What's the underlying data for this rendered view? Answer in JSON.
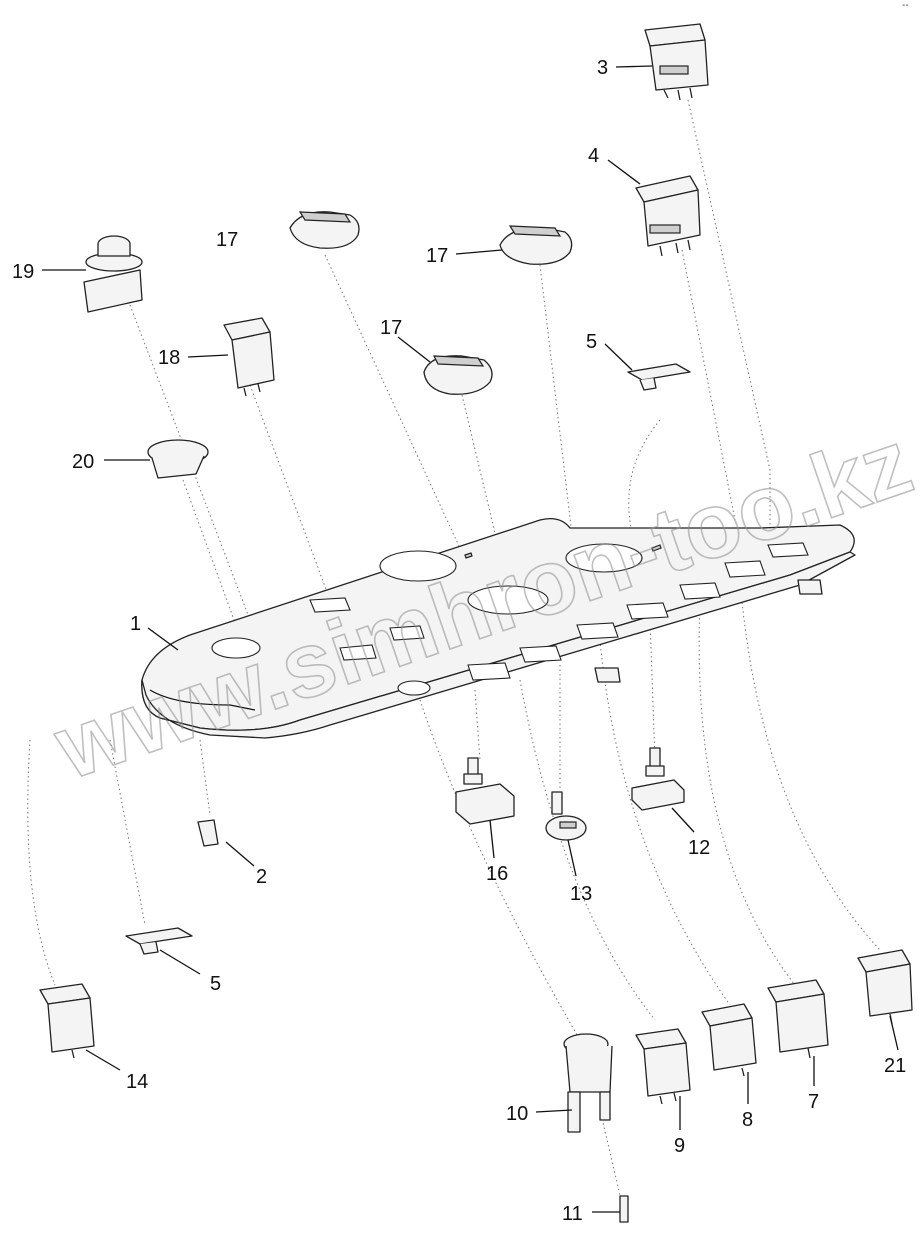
{
  "corner_mark": "--",
  "watermark": "www.simhron-too.kz",
  "labels": {
    "p1": "1",
    "p2": "2",
    "p3": "3",
    "p4": "4",
    "p5a": "5",
    "p5b": "5",
    "p7": "7",
    "p8": "8",
    "p9": "9",
    "p10": "10",
    "p11": "11",
    "p12": "12",
    "p13": "13",
    "p14": "14",
    "p16": "16",
    "p17a": "17",
    "p17b": "17",
    "p17c": "17",
    "p18": "18",
    "p19": "19",
    "p20": "20",
    "p21": "21"
  }
}
